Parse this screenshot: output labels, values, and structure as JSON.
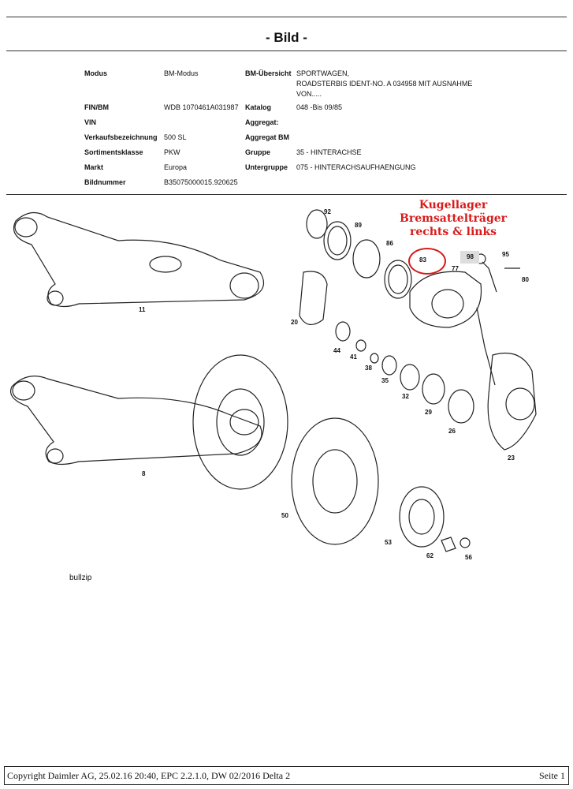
{
  "page_title": "- Bild -",
  "info": {
    "modus": {
      "label": "Modus",
      "value": "BM-Modus"
    },
    "fin": {
      "label": "FIN/BM",
      "value": "WDB 1070461A031987"
    },
    "vin": {
      "label": "VIN",
      "value": ""
    },
    "verkauf": {
      "label": "Verkaufsbezeichnung",
      "value": "500 SL"
    },
    "sortiment": {
      "label": "Sortimentsklasse",
      "value": "PKW"
    },
    "markt": {
      "label": "Markt",
      "value": "Europa"
    },
    "bildnummer": {
      "label": "Bildnummer",
      "value": "B35075000015.920625"
    },
    "uebersicht": {
      "label": "BM-Übersicht",
      "lines": [
        "SPORTWAGEN,",
        "ROADSTERBIS IDENT-NO. A 034958 MIT AUSNAHME",
        "VON....."
      ]
    },
    "katalog": {
      "label": "Katalog",
      "value": "048 -Bis 09/85"
    },
    "aggregat": {
      "label": "Aggregat:",
      "value": ""
    },
    "aggregat_bm": {
      "label": "Aggregat BM",
      "value": ""
    },
    "gruppe": {
      "label": "Gruppe",
      "value": "35 - HINTERACHSE"
    },
    "untergruppe": {
      "label": "Untergruppe",
      "value": "075 - HINTERACHSAUFHAENGUNG"
    }
  },
  "annotation": {
    "lines": [
      "Kugellager",
      "Bremsattelträger",
      "rechts & links"
    ],
    "color": "#d81b1b"
  },
  "parts": [
    "92",
    "89",
    "86",
    "83",
    "98",
    "95",
    "77",
    "80",
    "20",
    "44",
    "41",
    "38",
    "35",
    "32",
    "29",
    "26",
    "23",
    "11",
    "8",
    "50",
    "53",
    "62",
    "56"
  ],
  "watermark": "bullzip",
  "footer": {
    "copyright": "Copyright Daimler AG, 25.02.16 20:40, EPC 2.2.1.0, DW 02/2016 Delta 2",
    "page": "Seite 1"
  }
}
